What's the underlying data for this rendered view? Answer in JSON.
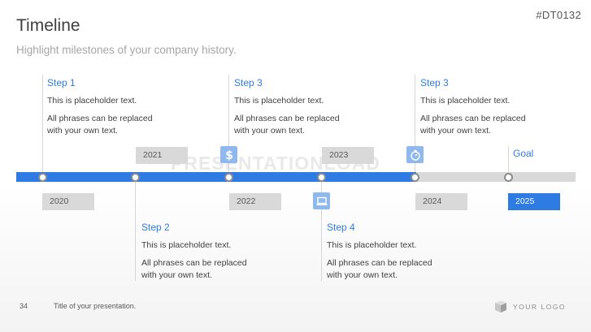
{
  "header": {
    "title": "Timeline",
    "subtitle": "Highlight milestones of your company history.",
    "code": "#DT0132"
  },
  "watermark": "PRESENTATIONLOAD",
  "steps_top": [
    {
      "title": "Step 1",
      "line1": "This is placeholder text.",
      "line2": "All phrases can be replaced",
      "line3": "with your own text."
    },
    {
      "title": "Step 3",
      "line1": "This is placeholder text.",
      "line2": "All phrases can be replaced",
      "line3": "with your own text."
    },
    {
      "title": "Step 3",
      "line1": "This is placeholder text.",
      "line2": "All phrases can be replaced",
      "line3": "with your own text."
    }
  ],
  "steps_bottom": [
    {
      "title": "Step 2",
      "line1": "This is placeholder text.",
      "line2": "All phrases can be replaced",
      "line3": "with your own text."
    },
    {
      "title": "Step 4",
      "line1": "This is placeholder text.",
      "line2": "All phrases can be replaced",
      "line3": "with your own text."
    }
  ],
  "years": [
    "2020",
    "2021",
    "2022",
    "2023",
    "2024",
    "2025"
  ],
  "goal": "Goal",
  "icons": [
    "dollar-icon",
    "laptop-icon",
    "stopwatch-icon"
  ],
  "colors": {
    "accent": "#2f7be4",
    "track": "#d9d9d9",
    "icon_bg": "#8fb8ee"
  },
  "footer": {
    "page": "34",
    "text": "Title of your presentation.",
    "logo": "YOUR LOGO"
  }
}
